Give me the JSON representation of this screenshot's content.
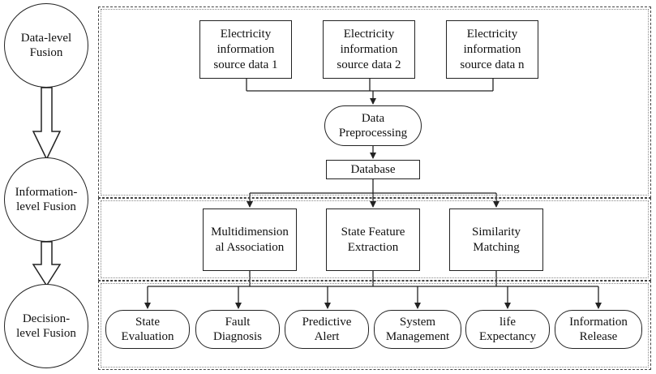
{
  "levels": [
    {
      "label": "Data-level\nFusion"
    },
    {
      "label": "Information-\nlevel Fusion"
    },
    {
      "label": "Decision-\nlevel Fusion"
    }
  ],
  "sources": [
    {
      "label": "Electricity\ninformation\nsource data 1"
    },
    {
      "label": "Electricity\ninformation\nsource data 2"
    },
    {
      "label": "Electricity\ninformation\nsource data n"
    }
  ],
  "preprocessing": {
    "label": "Data\nPreprocessing"
  },
  "database": {
    "label": "Database"
  },
  "analysis": [
    {
      "label": "Multidimension\nal Association"
    },
    {
      "label": "State Feature\nExtraction"
    },
    {
      "label": "Similarity\nMatching"
    }
  ],
  "outputs": [
    {
      "label": "State\nEvaluation"
    },
    {
      "label": "Fault\nDiagnosis"
    },
    {
      "label": "Predictive\nAlert"
    },
    {
      "label": "System\nManagement"
    },
    {
      "label": "life\nExpectancy"
    },
    {
      "label": "Information\nRelease"
    }
  ]
}
